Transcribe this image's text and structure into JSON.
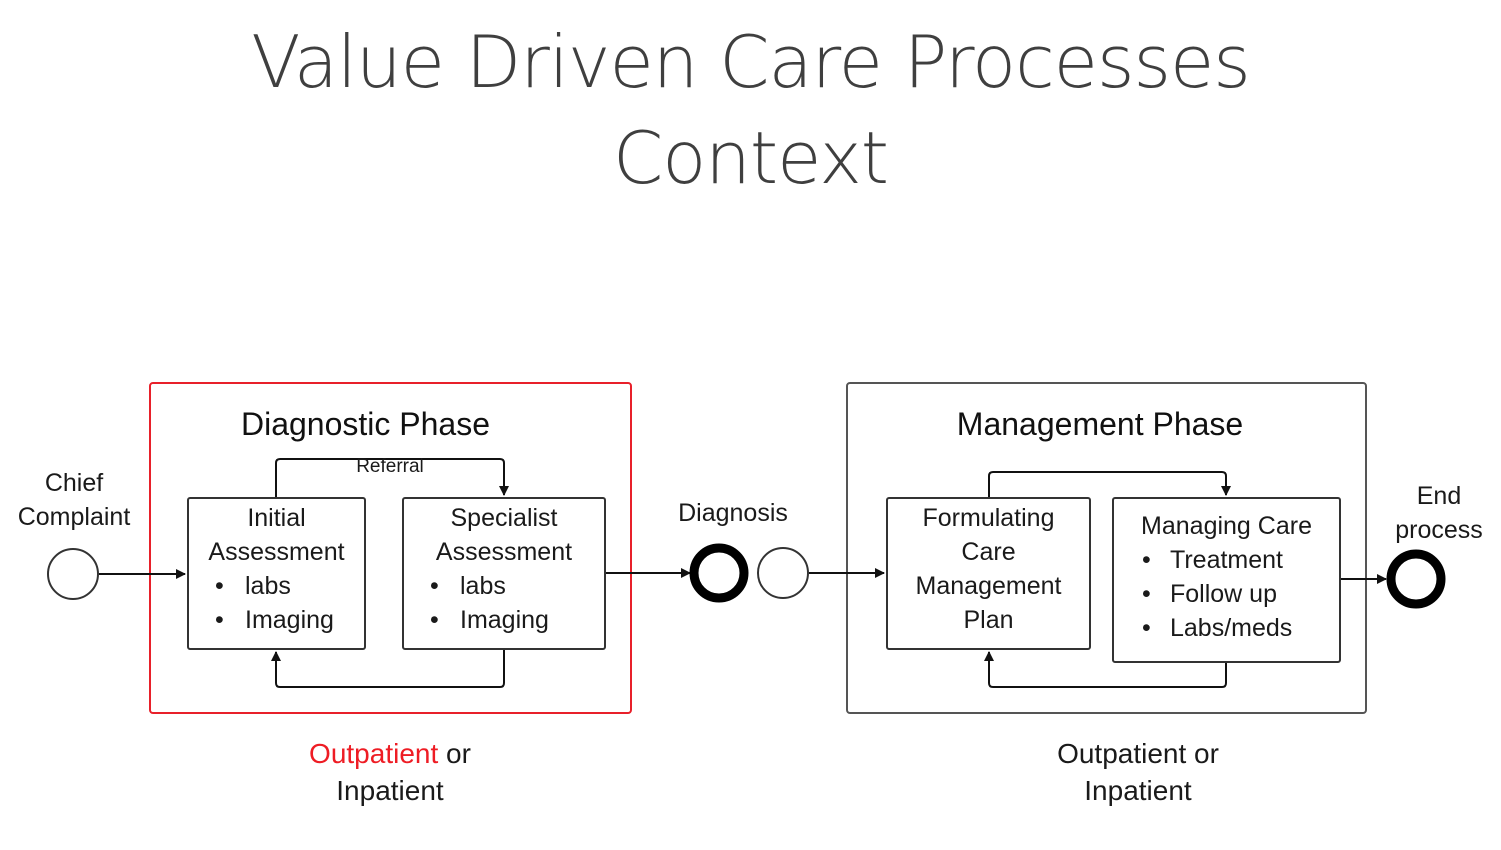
{
  "title": {
    "line1": "Value Driven Care Processes",
    "line2": "Context"
  },
  "colors": {
    "accent": "#ee1c24",
    "frame": "#555555",
    "text": "#1a1a1a"
  },
  "diagram": {
    "start_event": {
      "label_line1": "Chief",
      "label_line2": "Complaint"
    },
    "diagnostic_phase": {
      "title": "Diagnostic Phase",
      "referral_label": "Referral",
      "initial": {
        "line1": "Initial",
        "line2": "Assessment",
        "items": [
          "labs",
          "Imaging"
        ]
      },
      "specialist": {
        "line1": "Specialist",
        "line2": "Assessment",
        "items": [
          "labs",
          "Imaging"
        ]
      },
      "setting": {
        "accent_part": "Outpatient",
        "rest": " or",
        "line2": "Inpatient"
      }
    },
    "diagnosis_event": {
      "label": "Diagnosis"
    },
    "management_phase": {
      "title": "Management Phase",
      "formulating": {
        "line1": "Formulating",
        "line2": "Care",
        "line3": "Management",
        "line4": "Plan"
      },
      "managing": {
        "heading": "Managing Care",
        "items": [
          "Treatment",
          "Follow up",
          "Labs/meds"
        ]
      },
      "setting": {
        "line1": "Outpatient or",
        "line2": "Inpatient"
      }
    },
    "end_event": {
      "label_line1": "End",
      "label_line2": "process"
    }
  }
}
